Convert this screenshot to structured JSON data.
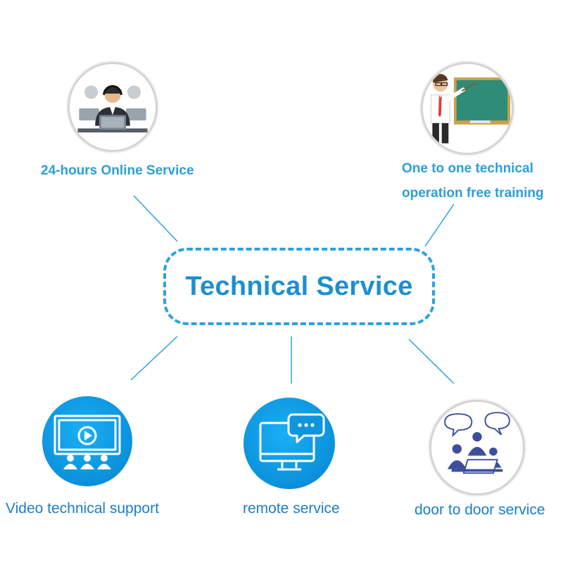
{
  "title": "Technical Service",
  "colors": {
    "accent": "#2aa3da",
    "title": "#1d8fd0",
    "label": "#2a9fd8",
    "label_bottom": "#1a7fc4",
    "icon_blue": "#0d95e0"
  },
  "nodes": [
    {
      "lines": [
        "24-hours Online Service"
      ],
      "icon": "call-center-agents-icon"
    },
    {
      "lines": [
        "One to one technical",
        "operation free training"
      ],
      "icon": "teacher-blackboard-icon"
    },
    {
      "lines": [
        "Video technical support"
      ],
      "icon": "video-audience-icon"
    },
    {
      "lines": [
        "remote service"
      ],
      "icon": "monitor-chat-icon"
    },
    {
      "lines": [
        "door to door service"
      ],
      "icon": "people-meeting-icon"
    }
  ]
}
